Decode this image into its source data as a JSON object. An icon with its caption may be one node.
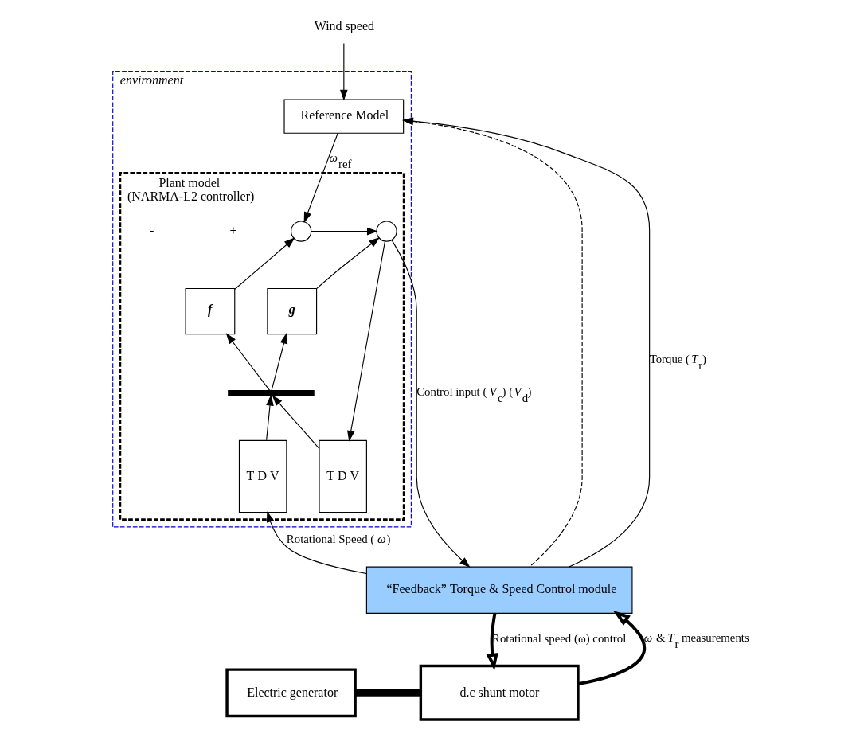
{
  "diagram": {
    "nodes": [
      {
        "text": [
          "environment"
        ]
      },
      {
        "text": [
          "Wind speed"
        ]
      },
      {
        "text": [
          "Reference Model"
        ],
        "in": 0
      },
      {
        "text": [
          "Plant model",
          "(NARMA-L2 controller)"
        ],
        "in": 0
      },
      {
        "text": [],
        "shape": "circle",
        "in": 3
      },
      {
        "text": [],
        "shape": "circle",
        "in": 3
      },
      {
        "text": [
          "f"
        ],
        "in": 3
      },
      {
        "text": [
          "g"
        ],
        "in": 3
      },
      {
        "text": [
          "T D V"
        ],
        "in": 3
      },
      {
        "text": [
          "T D V"
        ],
        "in": 3
      },
      {
        "text": [],
        "shape": "bar",
        "in": 3
      },
      {
        "text": [
          "“Feedback” Torque & Speed Control module"
        ]
      },
      {
        "text": [
          "Electric generator"
        ]
      },
      {
        "text": [
          "d.c shunt motor"
        ]
      }
    ],
    "edges": [
      {
        "from": 1,
        "to": 2,
        "arrow": "to"
      },
      {
        "from": 2,
        "to": 4,
        "arrow": "to",
        "label": "*ω*$_{ref}$"
      },
      {
        "from": 4,
        "to": 5,
        "arrow": "to"
      },
      {
        "from": 6,
        "to": 4,
        "arrow": "to"
      },
      {
        "from": 7,
        "to": 5,
        "arrow": "to"
      },
      {
        "from": 10,
        "to": 6,
        "arrow": "to"
      },
      {
        "from": 10,
        "to": 7,
        "arrow": "to"
      },
      {
        "from": 8,
        "to": 10,
        "arrow": "to"
      },
      {
        "from": 9,
        "to": 10,
        "arrow": "to"
      },
      {
        "from": 5,
        "to": 9,
        "arrow": "to"
      },
      {
        "from": 5,
        "to": 11,
        "arrow": "to",
        "label": "Control input (*V*$_{c}$) (*V*$_{d}$)"
      },
      {
        "from": 11,
        "to": 8,
        "arrow": "to",
        "label": "Rotational Speed (*ω*)"
      },
      {
        "from": 11,
        "to": 2,
        "arrow": "to",
        "style": "dashed"
      },
      {
        "from": 11,
        "to": 2,
        "arrow": "to",
        "label": "Torque (*T*$_{r}$)"
      },
      {
        "from": 13,
        "to": 11,
        "arrow": "to",
        "style": "thick",
        "label": "*ω* & *T*$_{r}$ measurements"
      },
      {
        "from": 11,
        "to": 13,
        "arrow": "to",
        "style": "thick",
        "label": "Rotational speed (ω) control"
      },
      {
        "from": 12,
        "to": 13,
        "arrow": "none",
        "style": "thick"
      }
    ],
    "labels": [
      "+",
      "-"
    ]
  }
}
